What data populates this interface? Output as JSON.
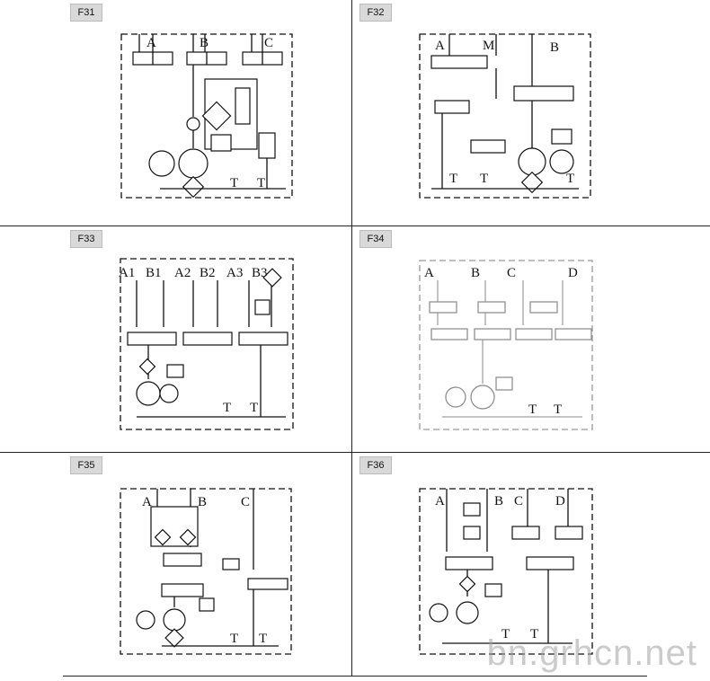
{
  "panels": [
    {
      "id": "F31",
      "labels": [
        "A",
        "B",
        "C",
        "T",
        "T"
      ]
    },
    {
      "id": "F32",
      "labels": [
        "A",
        "M",
        "B",
        "T",
        "T",
        "T"
      ]
    },
    {
      "id": "F33",
      "labels": [
        "A1",
        "B1",
        "A2",
        "B2",
        "A3",
        "B3",
        "T",
        "T"
      ]
    },
    {
      "id": "F34",
      "labels": [
        "A",
        "B",
        "C",
        "D",
        "T",
        "T"
      ]
    },
    {
      "id": "F35",
      "labels": [
        "A",
        "B",
        "C",
        "T",
        "T"
      ]
    },
    {
      "id": "F36",
      "labels": [
        "A",
        "B",
        "C",
        "D",
        "T",
        "T"
      ]
    }
  ],
  "watermark": "bn.grhcn.net"
}
